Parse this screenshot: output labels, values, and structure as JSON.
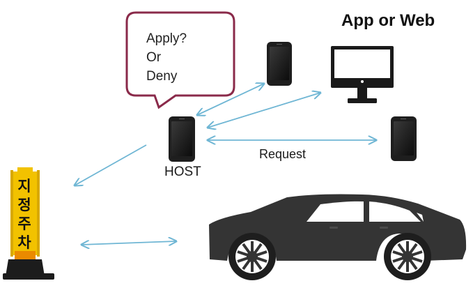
{
  "diagram": {
    "title": "App or Web",
    "bubble": {
      "lines": [
        "Apply?",
        "Or",
        "Deny"
      ]
    },
    "host_label": "HOST",
    "request_label": "Request",
    "sign_chars": [
      "지",
      "정",
      "주",
      "차"
    ]
  },
  "colors": {
    "arrow": "#6fb6d4",
    "bubble_border": "#8a2a4a",
    "device": "#1e1e1e",
    "car": "#343434",
    "sign": "#f2c200"
  },
  "icons": {
    "phones": [
      "smartphone-icon",
      "smartphone-icon",
      "smartphone-icon"
    ],
    "monitor": "monitor-icon",
    "car": "car-icon",
    "sign": "parking-sign-icon"
  }
}
